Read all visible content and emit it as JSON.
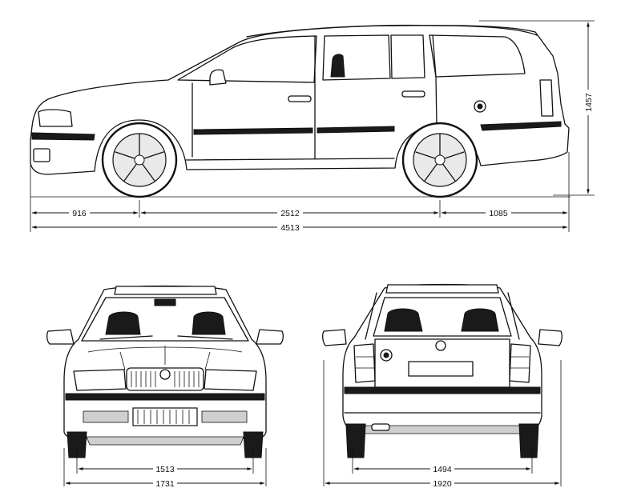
{
  "dimensions": {
    "front_overhang": "916",
    "wheelbase": "2512",
    "rear_overhang": "1085",
    "overall_length": "4513",
    "height": "1457",
    "front_track": "1513",
    "front_width": "1731",
    "rear_track": "1494",
    "rear_width": "1920"
  },
  "colors": {
    "line": "#111111",
    "background": "#ffffff"
  }
}
